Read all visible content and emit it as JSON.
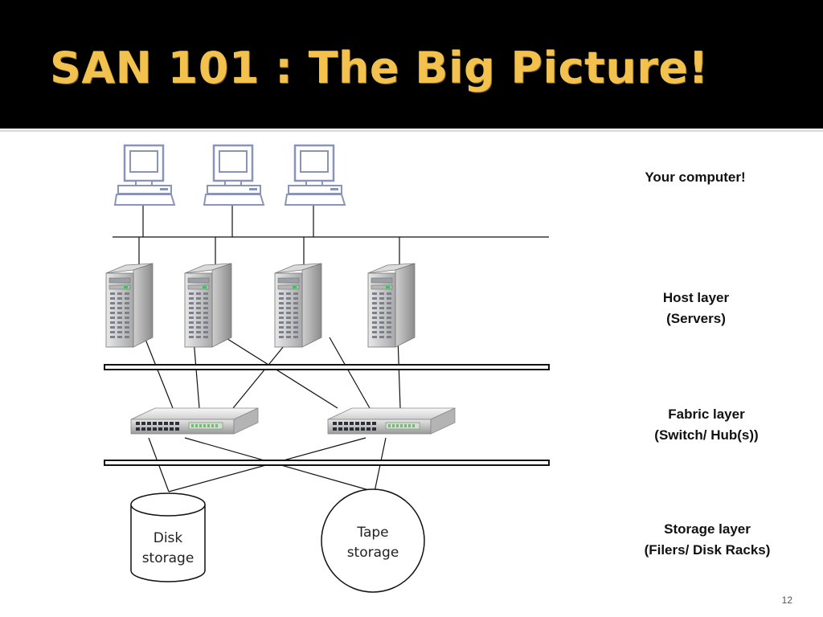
{
  "slide": {
    "title": "SAN 101 : The Big Picture!",
    "page_number": "12"
  },
  "layers": {
    "computer": "Your computer!",
    "host_line1": "Host layer",
    "host_line2": "(Servers)",
    "fabric_line1": "Fabric layer",
    "fabric_line2": "(Switch/ Hub(s))",
    "storage_line1": "Storage layer",
    "storage_line2": "(Filers/ Disk Racks)"
  },
  "nodes": {
    "disk_line1": "Disk",
    "disk_line2": "storage",
    "tape_line1": "Tape",
    "tape_line2": "storage"
  },
  "colors": {
    "title_text": "#f2c14e",
    "title_bar": "#000000"
  }
}
